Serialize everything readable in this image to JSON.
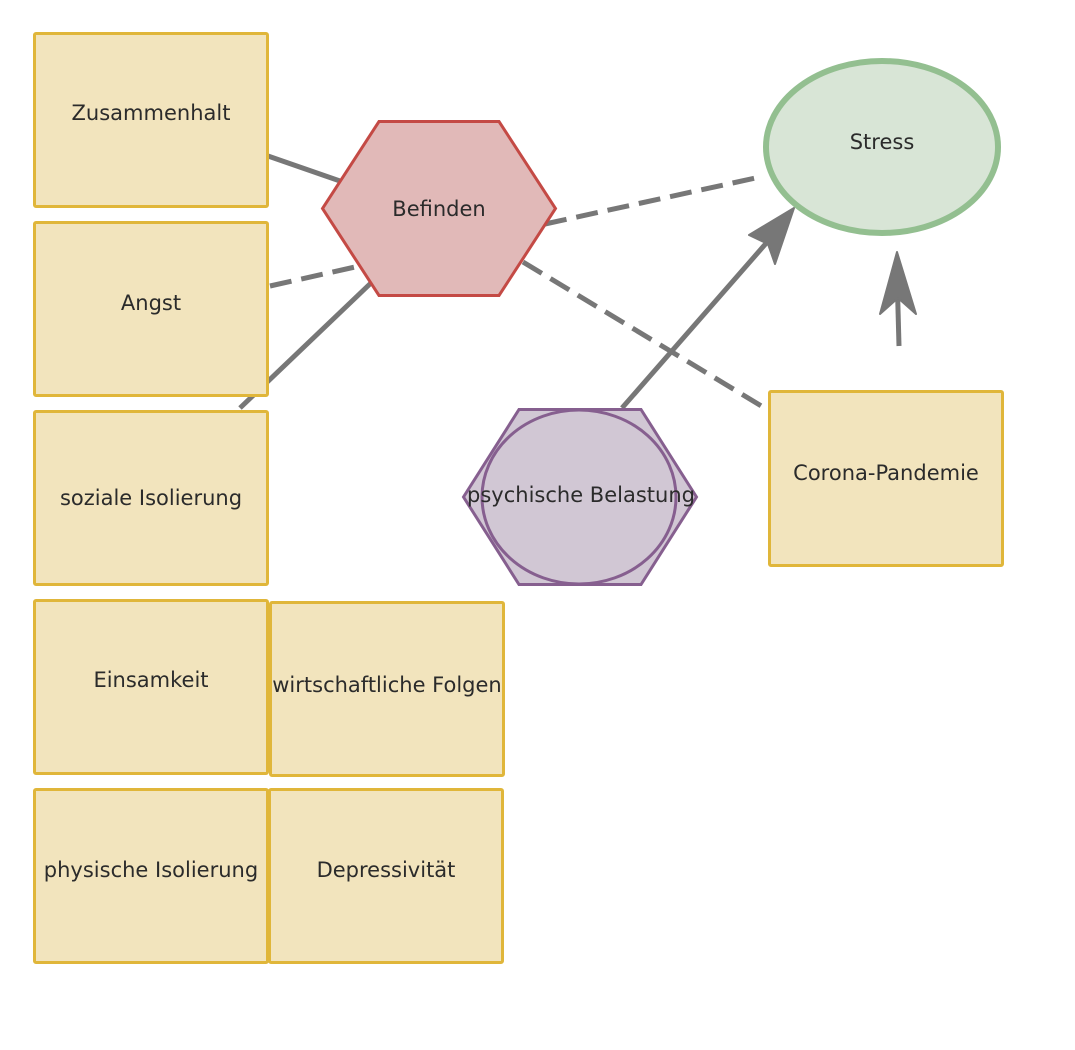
{
  "diagram": {
    "nodes": {
      "zusammenhalt": "Zusammenhalt",
      "angst": "Angst",
      "soziale_isolierung": "soziale Isolierung",
      "einsamkeit": "Einsamkeit",
      "physische_isolierung": "physische Isolierung",
      "wirtschaftliche_folgen": "wirtschaftliche Folgen",
      "depressivitaet": "Depressivität",
      "befinden": "Befinden",
      "stress": "Stress",
      "psychische_belastung": "psychische Belastung",
      "corona_pandemie": "Corona-Pandemie"
    },
    "edges": [
      {
        "from": "zusammenhalt",
        "to": "befinden",
        "style": "solid"
      },
      {
        "from": "angst",
        "to": "befinden",
        "style": "dashed"
      },
      {
        "from": "soziale_isolierung",
        "to": "befinden",
        "style": "solid"
      },
      {
        "from": "befinden",
        "to": "stress",
        "style": "dashed"
      },
      {
        "from": "befinden",
        "to": "corona_pandemie",
        "style": "dashed"
      },
      {
        "from": "psychische_belastung",
        "to": "stress",
        "style": "solid-arrow"
      },
      {
        "from": "corona_pandemie",
        "to": "stress",
        "style": "solid-arrow"
      }
    ]
  },
  "colors": {
    "box_fill": "#f2e4bd",
    "box_stroke": "#e0b63a",
    "befinden_fill": "#e1b9b8",
    "befinden_stroke": "#c44a45",
    "stress_fill": "#d8e5d6",
    "stress_stroke": "#93bf90",
    "belastung_fill": "#d1c7d4",
    "belastung_stroke": "#865f8f",
    "edge": "#777777"
  }
}
